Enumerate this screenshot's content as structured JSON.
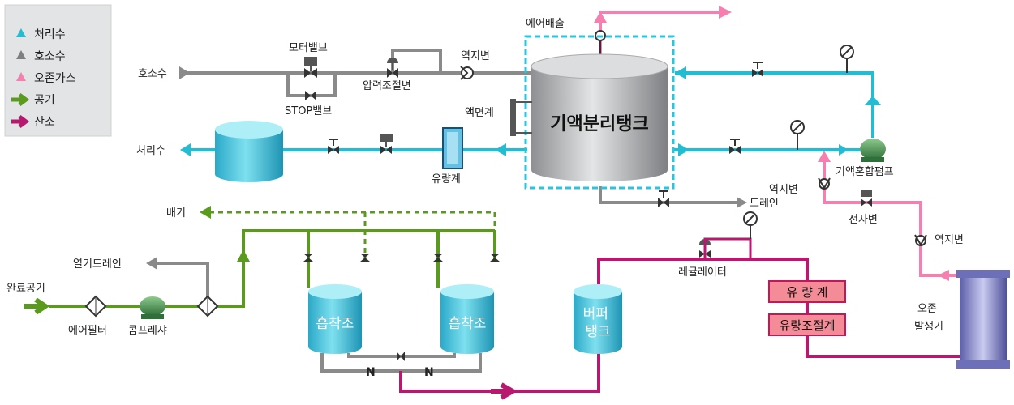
{
  "legend": [
    {
      "label": "처리수",
      "symbol": "triangle",
      "color": "#22bdd3"
    },
    {
      "label": "호소수",
      "symbol": "triangle",
      "color": "#7f7f7f"
    },
    {
      "label": "오존가스",
      "symbol": "triangle",
      "color": "#f77fb0"
    },
    {
      "label": "공기",
      "symbol": "arrow",
      "color": "#5a9b1d"
    },
    {
      "label": "산소",
      "symbol": "arrow",
      "color": "#b8196e"
    }
  ],
  "labels": {
    "air_vent": "에어배출",
    "motor_valve": "모터밸브",
    "stop_valve": "STOP밸브",
    "pressure_valve": "압력조절변",
    "check_valve_top": "역지변",
    "raw_water": "호소수",
    "level_meter": "액면계",
    "separator_tank": "기액분리탱크",
    "treated_water": "처리수",
    "flow_meter": "유량계",
    "mixing_pump": "기액혼합펌프",
    "check_valve_right": "역지변",
    "drain": "드레인",
    "solenoid_valve": "전자변",
    "check_valve_ozone": "역지변",
    "exhaust": "배기",
    "heat_drain": "열기드레인",
    "regulator": "레귤레이터",
    "completed_air": "완료공기",
    "air_filter": "에어필터",
    "compressor": "콤프레샤",
    "adsorber_1": "흡착조",
    "adsorber_2": "흡착조",
    "buffer_tank": "버퍼\n탱크",
    "oxygen_flow_meter": "유 량 계",
    "flow_controller": "유량조절계",
    "ozone_generator": "오존\n발생기"
  },
  "colors": {
    "treated": "#22bdd3",
    "raw": "#8a8a8a",
    "ozone": "#f77fb0",
    "air": "#5a9b1d",
    "oxygen": "#b8196e"
  }
}
